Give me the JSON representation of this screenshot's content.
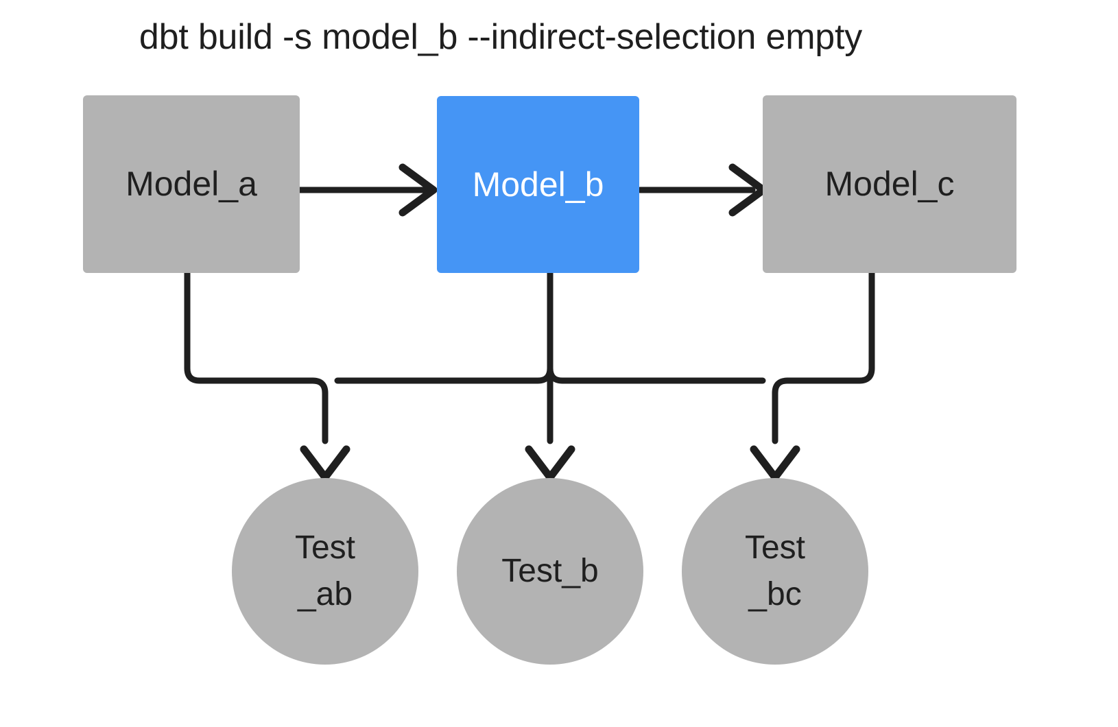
{
  "title": "dbt build -s model_b --indirect-selection empty",
  "colors": {
    "node_gray": "#b3b3b3",
    "node_selected_blue": "#4595f5",
    "edge_black": "#1f1f1f",
    "text_dark": "#1f1f1f",
    "text_light": "#ffffff",
    "background": "#ffffff"
  },
  "models": [
    {
      "id": "model_a",
      "label": "Model_a",
      "state": "unselected",
      "shape": "rectangle"
    },
    {
      "id": "model_b",
      "label": "Model_b",
      "state": "selected",
      "shape": "rectangle"
    },
    {
      "id": "model_c",
      "label": "Model_c",
      "state": "unselected",
      "shape": "rectangle"
    }
  ],
  "tests": [
    {
      "id": "test_ab",
      "label": "Test\n_ab",
      "state": "unselected",
      "shape": "circle"
    },
    {
      "id": "test_b",
      "label": "Test_b",
      "state": "unselected",
      "shape": "circle"
    },
    {
      "id": "test_bc",
      "label": "Test\n_bc",
      "state": "unselected",
      "shape": "circle"
    }
  ],
  "edges": [
    {
      "from": "model_a",
      "to": "model_b",
      "style": "arrow"
    },
    {
      "from": "model_b",
      "to": "model_c",
      "style": "arrow"
    },
    {
      "from": "model_a",
      "to": "test_ab",
      "style": "arrow"
    },
    {
      "from": "model_b",
      "to": "test_ab",
      "style": "arrow"
    },
    {
      "from": "model_b",
      "to": "test_b",
      "style": "arrow"
    },
    {
      "from": "model_b",
      "to": "test_bc",
      "style": "arrow"
    },
    {
      "from": "model_c",
      "to": "test_bc",
      "style": "arrow"
    }
  ]
}
